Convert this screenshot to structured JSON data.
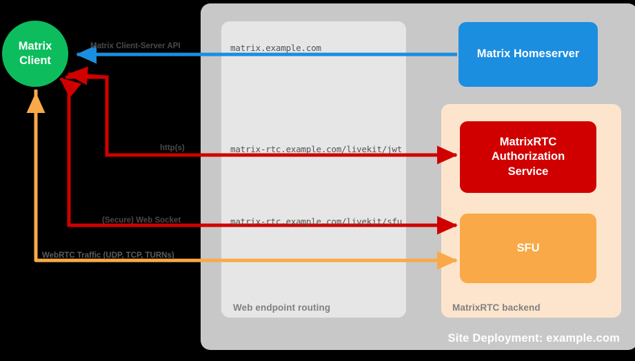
{
  "diagram": {
    "title": "Site Deployment: example.com",
    "background_color": "#000000"
  },
  "nodes": {
    "client": {
      "line1": "Matrix",
      "line2": "Client",
      "color": "#0dbd5d",
      "shape": "circle"
    },
    "homeserver": {
      "label": "Matrix Homeserver",
      "color": "#1b8ee0"
    },
    "auth_service": {
      "line1": "MatrixRTC",
      "line2": "Authorization",
      "line3": "Service",
      "color": "#d10000"
    },
    "sfu": {
      "label": "SFU",
      "color": "#f9a947"
    }
  },
  "groups": {
    "site": {
      "label": "Site Deployment: example.com",
      "color": "#c8c8c8"
    },
    "web_endpoint_routing": {
      "label": "Web endpoint routing",
      "color": "#e6e6e6"
    },
    "matrixrtc_backend": {
      "label": "MatrixRTC backend",
      "color": "#fde5cd"
    }
  },
  "connections": [
    {
      "id": "cs-api",
      "protocol_label": "Matrix Client-Server API",
      "endpoint_label": "matrix.example.com",
      "color": "#1b8ee0",
      "from": "homeserver",
      "to": "client",
      "direction": "bidirectional"
    },
    {
      "id": "jwt",
      "protocol_label": "http(s)",
      "endpoint_label": "matrix-rtc.example.com/livekit/jwt",
      "color": "#d10000",
      "from": "client",
      "to": "auth_service",
      "direction": "bidirectional"
    },
    {
      "id": "sfu-ws",
      "protocol_label": "(Secure) Web Socket",
      "endpoint_label": "matrix-rtc.example.com/livekit/sfu",
      "color": "#d10000",
      "from": "client",
      "to": "sfu",
      "direction": "bidirectional"
    },
    {
      "id": "webrtc",
      "protocol_label": "WebRTC Traffic (UDP, TCP, TURNs)",
      "endpoint_label": "",
      "color": "#f9a947",
      "from": "client",
      "to": "sfu",
      "direction": "bidirectional"
    }
  ]
}
